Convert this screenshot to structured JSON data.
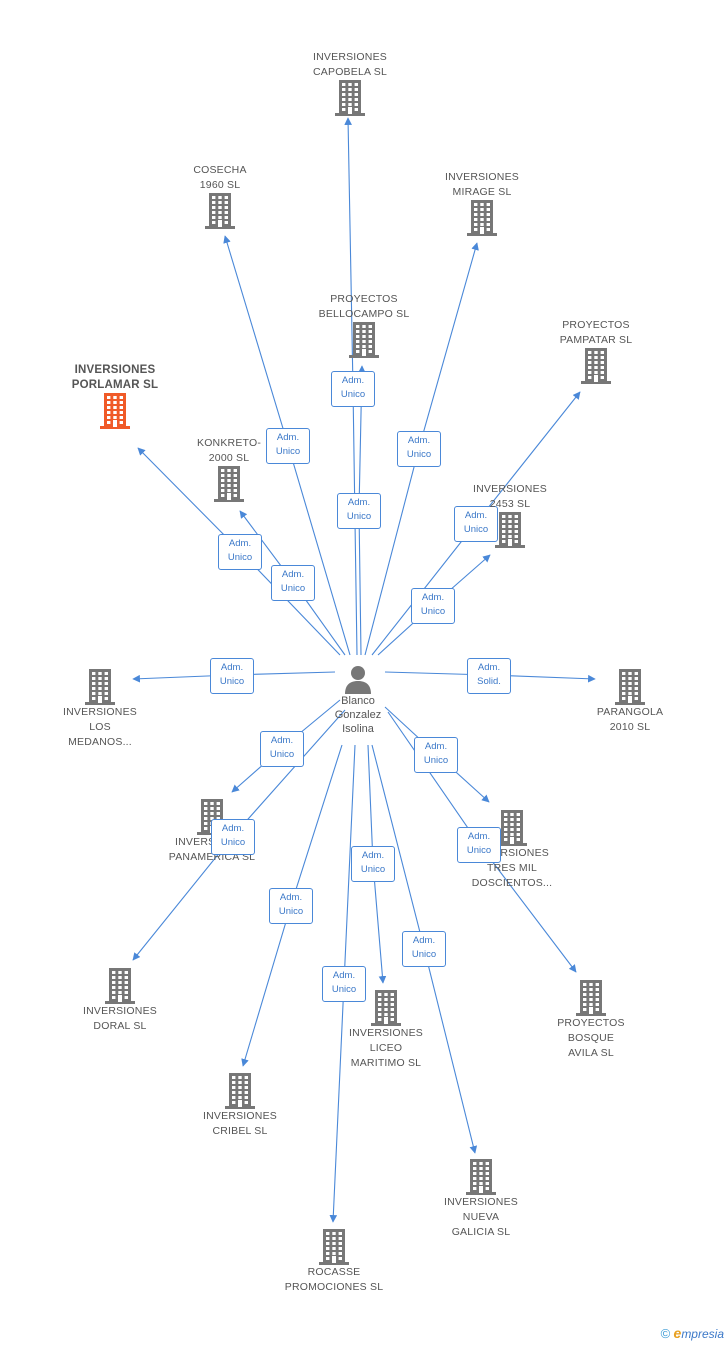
{
  "center": {
    "name": "Blanco\nGonzalez\nIsolina"
  },
  "nodes": [
    {
      "name": "INVERSIONES\nCAPOBELA SL",
      "edge": "Adm.\nUnico"
    },
    {
      "name": "COSECHA\n1960 SL",
      "edge": "Adm.\nUnico"
    },
    {
      "name": "INVERSIONES\nMIRAGE SL",
      "edge": "Adm.\nUnico"
    },
    {
      "name": "PROYECTOS\nBELLOCAMPO SL",
      "edge": "Adm.\nUnico"
    },
    {
      "name": "PROYECTOS\nPAMPATAR SL",
      "edge": "Adm.\nUnico"
    },
    {
      "name": "INVERSIONES\nPORLAMAR SL",
      "edge": "Adm.\nUnico",
      "highlight": true
    },
    {
      "name": "KONKRETO-\n2000 SL",
      "edge": "Adm.\nUnico"
    },
    {
      "name": "INVERSIONES\n2453 SL",
      "edge": "Adm.\nUnico"
    },
    {
      "name": "INVERSIONES\nLOS\nMEDANOS...",
      "edge": "Adm.\nUnico"
    },
    {
      "name": "PARANGOLA\n2010 SL",
      "edge": "Adm.\nSolid."
    },
    {
      "name": "INVERSIONES\nPANAMERICA SL",
      "edge": "Adm.\nUnico"
    },
    {
      "name": "INVERSIONES\nTRES MIL\nDOSCIENTOS...",
      "edge": "Adm.\nUnico"
    },
    {
      "name": "INVERSIONES\nDORAL SL",
      "edge": "Adm.\nUnico"
    },
    {
      "name": "PROYECTOS\nBOSQUE\nAVILA SL",
      "edge": "Adm.\nUnico"
    },
    {
      "name": "INVERSIONES\nLICEO\nMARITIMO SL",
      "edge": "Adm.\nUnico"
    },
    {
      "name": "INVERSIONES\nCRIBEL SL",
      "edge": "Adm.\nUnico"
    },
    {
      "name": "INVERSIONES\nNUEVA\nGALICIA SL",
      "edge": "Adm.\nUnico"
    },
    {
      "name": "ROCASSE\nPROMOCIONES SL",
      "edge": "Adm.\nUnico"
    }
  ],
  "colors": {
    "edge": "#4a88d8",
    "building": "#777777",
    "highlight": "#f05a28",
    "person": "#777777"
  },
  "footer": {
    "copyright": "©",
    "brand_initial": "e",
    "brand_rest": "mpresia"
  }
}
